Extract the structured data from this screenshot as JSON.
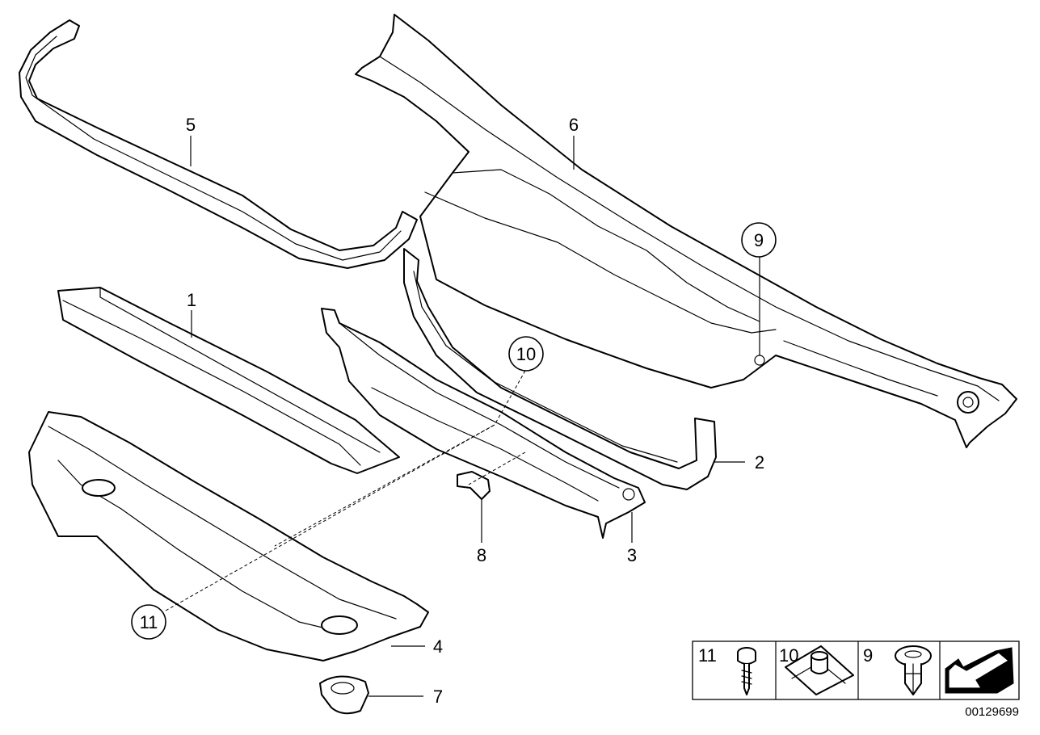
{
  "callouts": {
    "c1": "1",
    "c2": "2",
    "c3": "3",
    "c4": "4",
    "c5": "5",
    "c6": "6",
    "c7": "7",
    "c8": "8",
    "c9": "9",
    "c10": "10",
    "c11": "11"
  },
  "legend": {
    "items": [
      {
        "number": "11",
        "icon": "screw-icon"
      },
      {
        "number": "10",
        "icon": "clip-nut-icon"
      },
      {
        "number": "9",
        "icon": "expanding-rivet-icon"
      },
      {
        "number": "",
        "icon": "direction-arrow-icon"
      }
    ]
  },
  "diagram_id": "00129699",
  "colors": {
    "line": "#000000",
    "background": "#ffffff"
  }
}
